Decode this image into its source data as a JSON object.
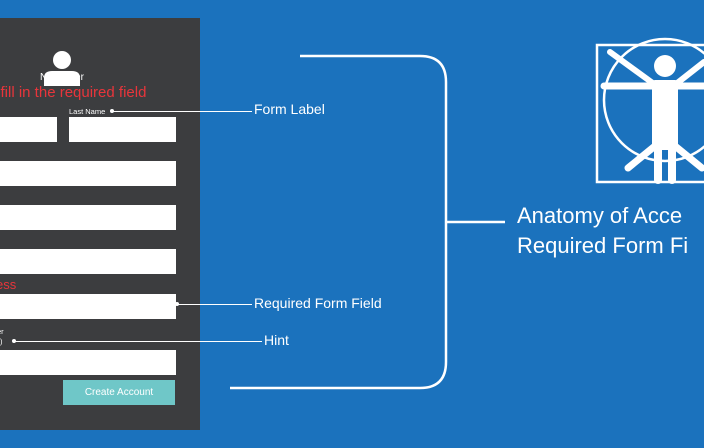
{
  "form": {
    "heading": "New User",
    "error_message": "e fill in the required field",
    "last_name_label": "Last Name",
    "required_label": "ess",
    "hint_label_line1": "er",
    "hint_label_line2": "X)",
    "submit_label": "Create Account"
  },
  "annotations": {
    "form_label": "Form Label",
    "required_field": "Required Form Field",
    "hint": "Hint"
  },
  "title": {
    "line1": "Anatomy of Acce",
    "line2": "Required Form Fi"
  },
  "icons": [
    "user-avatar-icon",
    "vitruvian-man-icon"
  ],
  "colors": {
    "background": "#1b72bd",
    "panel": "#3c3d3f",
    "error": "#e8353b",
    "button": "#6fc7c8",
    "line": "#ffffff"
  }
}
